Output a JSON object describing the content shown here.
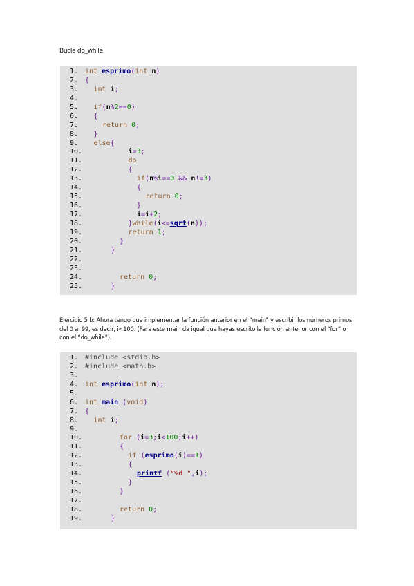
{
  "heading": "Bucle do_while:",
  "code1": [
    {
      "n": "1.",
      "indent": 0,
      "t": [
        [
          "kw",
          "int "
        ],
        [
          "fn",
          "esprimo"
        ],
        [
          "op",
          "("
        ],
        [
          "kw",
          "int "
        ],
        [
          "var",
          "n"
        ],
        [
          "op",
          ")"
        ]
      ]
    },
    {
      "n": "2.",
      "indent": 0,
      "t": [
        [
          "op",
          "{"
        ]
      ]
    },
    {
      "n": "3.",
      "indent": 1,
      "t": [
        [
          "kw",
          "int "
        ],
        [
          "var",
          "i"
        ],
        [
          "op",
          ";"
        ]
      ]
    },
    {
      "n": "4.",
      "indent": 0,
      "t": []
    },
    {
      "n": "5.",
      "indent": 1,
      "t": [
        [
          "kw",
          "if"
        ],
        [
          "op",
          "("
        ],
        [
          "var",
          "n"
        ],
        [
          "op",
          "%"
        ],
        [
          "num",
          "2"
        ],
        [
          "op",
          "=="
        ],
        [
          "num",
          "0"
        ],
        [
          "op",
          ")"
        ]
      ]
    },
    {
      "n": "6.",
      "indent": 1,
      "t": [
        [
          "op",
          "{"
        ]
      ]
    },
    {
      "n": "7.",
      "indent": 2,
      "t": [
        [
          "kw",
          "return "
        ],
        [
          "num",
          "0"
        ],
        [
          "op",
          ";"
        ]
      ]
    },
    {
      "n": "8.",
      "indent": 1,
      "t": [
        [
          "op",
          "}"
        ]
      ]
    },
    {
      "n": "9.",
      "indent": 1,
      "t": [
        [
          "kw",
          "else"
        ],
        [
          "op",
          "{"
        ]
      ]
    },
    {
      "n": "10.",
      "indent": 5,
      "t": [
        [
          "var",
          "i"
        ],
        [
          "op",
          "="
        ],
        [
          "num",
          "3"
        ],
        [
          "op",
          ";"
        ]
      ]
    },
    {
      "n": "11.",
      "indent": 5,
      "t": [
        [
          "kw",
          "do"
        ]
      ]
    },
    {
      "n": "12.",
      "indent": 5,
      "t": [
        [
          "op",
          "{"
        ]
      ]
    },
    {
      "n": "13.",
      "indent": 6,
      "t": [
        [
          "kw",
          "if"
        ],
        [
          "op",
          "("
        ],
        [
          "var",
          "n"
        ],
        [
          "op",
          "%"
        ],
        [
          "var",
          "i"
        ],
        [
          "op",
          "=="
        ],
        [
          "num",
          "0"
        ],
        [
          "op",
          " && "
        ],
        [
          "var",
          "n"
        ],
        [
          "op",
          "!="
        ],
        [
          "num",
          "3"
        ],
        [
          "op",
          ")"
        ]
      ]
    },
    {
      "n": "14.",
      "indent": 6,
      "t": [
        [
          "op",
          "{"
        ]
      ]
    },
    {
      "n": "15.",
      "indent": 7,
      "t": [
        [
          "kw",
          "return "
        ],
        [
          "num",
          "0"
        ],
        [
          "op",
          ";"
        ]
      ]
    },
    {
      "n": "16.",
      "indent": 6,
      "t": [
        [
          "op",
          "}"
        ]
      ]
    },
    {
      "n": "17.",
      "indent": 6,
      "t": [
        [
          "var",
          "i"
        ],
        [
          "op",
          "="
        ],
        [
          "var",
          "i"
        ],
        [
          "op",
          "+"
        ],
        [
          "num",
          "2"
        ],
        [
          "op",
          ";"
        ]
      ]
    },
    {
      "n": "18.",
      "indent": 5,
      "t": [
        [
          "op",
          "}"
        ],
        [
          "kw",
          "while"
        ],
        [
          "op",
          "("
        ],
        [
          "var",
          "i"
        ],
        [
          "op",
          "<="
        ],
        [
          "fnu",
          "sqrt"
        ],
        [
          "op",
          "("
        ],
        [
          "var",
          "n"
        ],
        [
          "op",
          "));"
        ]
      ]
    },
    {
      "n": "19.",
      "indent": 5,
      "t": [
        [
          "kw",
          "return "
        ],
        [
          "num",
          "1"
        ],
        [
          "op",
          ";"
        ]
      ]
    },
    {
      "n": "20.",
      "indent": 4,
      "t": [
        [
          "op",
          "}"
        ]
      ]
    },
    {
      "n": "21.",
      "indent": 3,
      "t": [
        [
          "op",
          "}"
        ]
      ]
    },
    {
      "n": "22.",
      "indent": 0,
      "t": []
    },
    {
      "n": "23.",
      "indent": 0,
      "t": []
    },
    {
      "n": "24.",
      "indent": 4,
      "t": [
        [
          "kw",
          "return "
        ],
        [
          "num",
          "0"
        ],
        [
          "op",
          ";"
        ]
      ]
    },
    {
      "n": "25.",
      "indent": 3,
      "t": [
        [
          "op",
          "}"
        ]
      ]
    }
  ],
  "paragraph": "Ejercicio 5 b: Ahora tengo que implementar la función anterior en el “main” y escribir los números primos del 0 al 99, es decir, i<100. (Para este main da igual que hayas escrito la función anterior con el “for” o con el “do_while”).",
  "code2": [
    {
      "n": "1.",
      "indent": 0,
      "t": [
        [
          "pp",
          "#include <stdio.h>"
        ]
      ]
    },
    {
      "n": "2.",
      "indent": 0,
      "t": [
        [
          "pp",
          "#include <math.h>"
        ]
      ]
    },
    {
      "n": "3.",
      "indent": 0,
      "t": []
    },
    {
      "n": "4.",
      "indent": 0,
      "t": [
        [
          "kw",
          "int "
        ],
        [
          "fn",
          "esprimo"
        ],
        [
          "op",
          "("
        ],
        [
          "kw",
          "int "
        ],
        [
          "var",
          "n"
        ],
        [
          "op",
          ");"
        ]
      ]
    },
    {
      "n": "5.",
      "indent": 0,
      "t": []
    },
    {
      "n": "6.",
      "indent": 0,
      "t": [
        [
          "kw",
          "int "
        ],
        [
          "fn",
          "main "
        ],
        [
          "op",
          "("
        ],
        [
          "kw",
          "void"
        ],
        [
          "op",
          ")"
        ]
      ]
    },
    {
      "n": "7.",
      "indent": 0,
      "t": [
        [
          "op",
          "{"
        ]
      ]
    },
    {
      "n": "8.",
      "indent": 1,
      "t": [
        [
          "kw",
          "int "
        ],
        [
          "var",
          "i"
        ],
        [
          "op",
          ";"
        ]
      ]
    },
    {
      "n": "9.",
      "indent": 0,
      "t": []
    },
    {
      "n": "10.",
      "indent": 4,
      "t": [
        [
          "kw",
          "for "
        ],
        [
          "op",
          "("
        ],
        [
          "var",
          "i"
        ],
        [
          "op",
          "="
        ],
        [
          "num",
          "3"
        ],
        [
          "op",
          ";"
        ],
        [
          "var",
          "i"
        ],
        [
          "op",
          "<"
        ],
        [
          "num",
          "100"
        ],
        [
          "op",
          ";"
        ],
        [
          "var",
          "i"
        ],
        [
          "op",
          "++)"
        ]
      ]
    },
    {
      "n": "11.",
      "indent": 4,
      "t": [
        [
          "op",
          "{"
        ]
      ]
    },
    {
      "n": "12.",
      "indent": 5,
      "t": [
        [
          "kw",
          "if "
        ],
        [
          "op",
          "("
        ],
        [
          "fn",
          "esprimo"
        ],
        [
          "op",
          "("
        ],
        [
          "var",
          "i"
        ],
        [
          "op",
          ")=="
        ],
        [
          "num",
          "1"
        ],
        [
          "op",
          ")"
        ]
      ]
    },
    {
      "n": "13.",
      "indent": 5,
      "t": [
        [
          "op",
          "{"
        ]
      ]
    },
    {
      "n": "14.",
      "indent": 6,
      "t": [
        [
          "fnu",
          "printf"
        ],
        [
          "op",
          " ("
        ],
        [
          "str",
          "\"%d \""
        ],
        [
          "op",
          ","
        ],
        [
          "var",
          "i"
        ],
        [
          "op",
          ");"
        ]
      ]
    },
    {
      "n": "15.",
      "indent": 5,
      "t": [
        [
          "op",
          "}"
        ]
      ]
    },
    {
      "n": "16.",
      "indent": 4,
      "t": [
        [
          "op",
          "}"
        ]
      ]
    },
    {
      "n": "17.",
      "indent": 0,
      "t": []
    },
    {
      "n": "18.",
      "indent": 4,
      "t": [
        [
          "kw",
          "return "
        ],
        [
          "num",
          "0"
        ],
        [
          "op",
          ";"
        ]
      ]
    },
    {
      "n": "19.",
      "indent": 3,
      "t": [
        [
          "op",
          "}"
        ]
      ]
    }
  ]
}
